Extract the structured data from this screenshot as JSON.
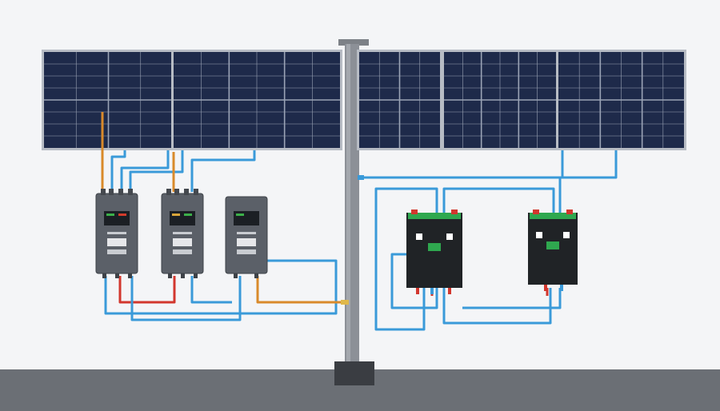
{
  "diagram": {
    "solar_panels": [
      {
        "id": "panel-1",
        "cols": 4,
        "rows": 8
      },
      {
        "id": "panel-2",
        "cols": 6,
        "rows": 8
      },
      {
        "id": "panel-3",
        "cols": 4,
        "rows": 8
      },
      {
        "id": "panel-4",
        "cols": 6,
        "rows": 8
      },
      {
        "id": "panel-5",
        "cols": 6,
        "rows": 8
      }
    ],
    "inverters": [
      {
        "id": "inverter-1",
        "display_color": "#1b1f24",
        "led_color": "#d23c2c"
      },
      {
        "id": "inverter-2",
        "display_color": "#1b1f24",
        "led_color": "#d23c2c"
      },
      {
        "id": "inverter-3",
        "display_color": "#1b1f24",
        "led_color": "#3cb04a"
      }
    ],
    "batteries": [
      {
        "id": "battery-1",
        "status_color": "#2fa84f"
      },
      {
        "id": "battery-2",
        "status_color": "#2fa84f"
      }
    ],
    "colors": {
      "background": "#f4f5f7",
      "ground": "#6b6f75",
      "panel_cell": "#1e2a4a",
      "panel_frame": "#b7bcc4",
      "pole": "#8c9097",
      "inverter_body": "#5b6068",
      "battery_body": "#202326",
      "wire_blue": "#3a9ad9",
      "wire_red": "#d2372e",
      "wire_orange": "#d98a2b"
    }
  }
}
